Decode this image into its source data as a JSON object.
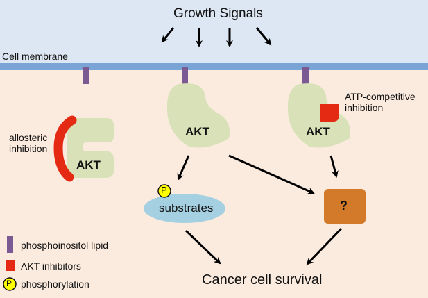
{
  "title": "Growth Signals",
  "membrane_label": "Cell membrane",
  "akt_label": "AKT",
  "allosteric_label_1": "allosteric",
  "allosteric_label_2": "inhibition",
  "atp_label_1": "ATP-competitive",
  "atp_label_2": "inhibition",
  "substrates_label": "substrates",
  "phospho_symbol": "P",
  "unknown_label": "?",
  "survival_label": "Cancer cell survival",
  "legend": {
    "lipid": "phosphoinositol lipid",
    "inhibitor": "AKT inhibitors",
    "phosphorylation": "phosphorylation"
  },
  "colors": {
    "top_band": "#dde6f3",
    "cytoplasm": "#fbebdf",
    "membrane": "#7aa3d6",
    "lipid": "#7b5a94",
    "akt": "#d8e1b8",
    "inhibitor": "#e42a12",
    "substrates": "#a5d0e1",
    "unknown_box": "#d27a2a",
    "phospho": "#ffff00"
  }
}
